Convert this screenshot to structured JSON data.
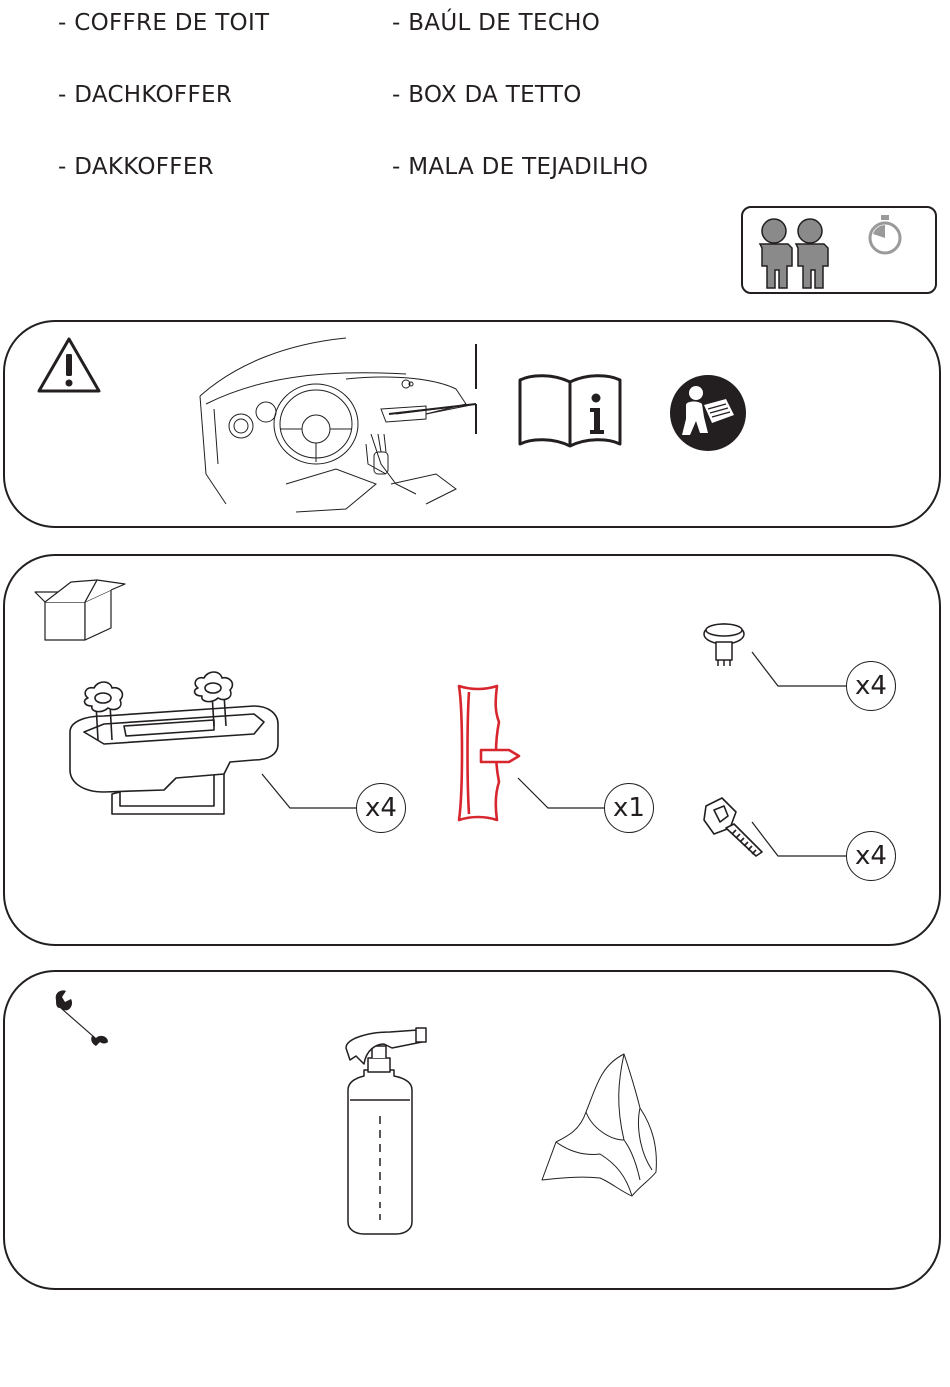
{
  "product_names": {
    "fr": "- COFFRE DE TOIT",
    "es": "- BAÚL DE TECHO",
    "de": "- DACHKOFFER",
    "it": "- BOX DA TETTO",
    "nl": "- DAKKOFFER",
    "pt": "- MALA DE TEJADILHO"
  },
  "requirements": {
    "persons_icon": "two-persons-icon",
    "time_icon": "stopwatch-icon"
  },
  "warning_section": {
    "icons": [
      "warning-triangle-icon",
      "car-dashboard-illustration",
      "manual-info-icon",
      "read-manual-icon"
    ]
  },
  "contents_section": {
    "icon": "open-box-icon",
    "parts": [
      {
        "name": "roof-box-mounting-clamp",
        "quantity": "x4"
      },
      {
        "name": "red-key-tool",
        "quantity": "x1"
      },
      {
        "name": "cap-clip",
        "quantity": "x4"
      },
      {
        "name": "t-bolt",
        "quantity": "x4"
      }
    ]
  },
  "tools_section": {
    "icon": "wrench-icon",
    "items": [
      "spray-bottle-illustration",
      "cloth-illustration"
    ]
  },
  "colors": {
    "line": "#231f20",
    "accent_red": "#d7262e",
    "person_gray": "#8a8a8a"
  }
}
